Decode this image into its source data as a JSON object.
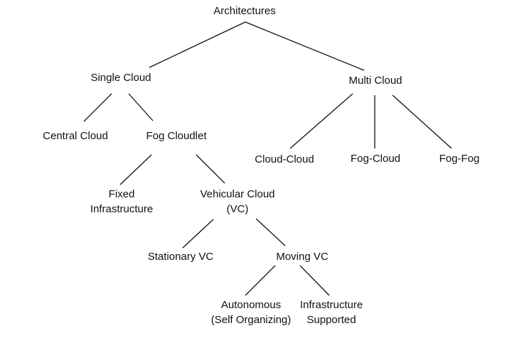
{
  "diagram": {
    "style": {
      "line_color": "#111111",
      "text_color": "#111111",
      "background": "#ffffff"
    },
    "nodes": {
      "architectures": {
        "lines": [
          "Architectures"
        ]
      },
      "single_cloud": {
        "lines": [
          "Single Cloud"
        ]
      },
      "multi_cloud": {
        "lines": [
          "Multi Cloud"
        ]
      },
      "central_cloud": {
        "lines": [
          "Central Cloud"
        ]
      },
      "fog_cloudlet": {
        "lines": [
          "Fog Cloudlet"
        ]
      },
      "cloud_cloud": {
        "lines": [
          "Cloud-Cloud"
        ]
      },
      "fog_cloud": {
        "lines": [
          "Fog-Cloud"
        ]
      },
      "fog_fog": {
        "lines": [
          "Fog-Fog"
        ]
      },
      "fixed_infrastructure": {
        "lines": [
          "Fixed",
          "Infrastructure"
        ]
      },
      "vehicular_cloud": {
        "lines": [
          "Vehicular Cloud",
          "(VC)"
        ]
      },
      "stationary_vc": {
        "lines": [
          "Stationary VC"
        ]
      },
      "moving_vc": {
        "lines": [
          "Moving VC"
        ]
      },
      "autonomous": {
        "lines": [
          "Autonomous",
          "(Self Organizing)"
        ]
      },
      "infrastructure_supported": {
        "lines": [
          "Infrastructure",
          "Supported"
        ]
      }
    },
    "edges": [
      [
        "architectures",
        "single_cloud"
      ],
      [
        "architectures",
        "multi_cloud"
      ],
      [
        "single_cloud",
        "central_cloud"
      ],
      [
        "single_cloud",
        "fog_cloudlet"
      ],
      [
        "multi_cloud",
        "cloud_cloud"
      ],
      [
        "multi_cloud",
        "fog_cloud"
      ],
      [
        "multi_cloud",
        "fog_fog"
      ],
      [
        "fog_cloudlet",
        "fixed_infrastructure"
      ],
      [
        "fog_cloudlet",
        "vehicular_cloud"
      ],
      [
        "vehicular_cloud",
        "stationary_vc"
      ],
      [
        "vehicular_cloud",
        "moving_vc"
      ],
      [
        "moving_vc",
        "autonomous"
      ],
      [
        "moving_vc",
        "infrastructure_supported"
      ]
    ]
  }
}
